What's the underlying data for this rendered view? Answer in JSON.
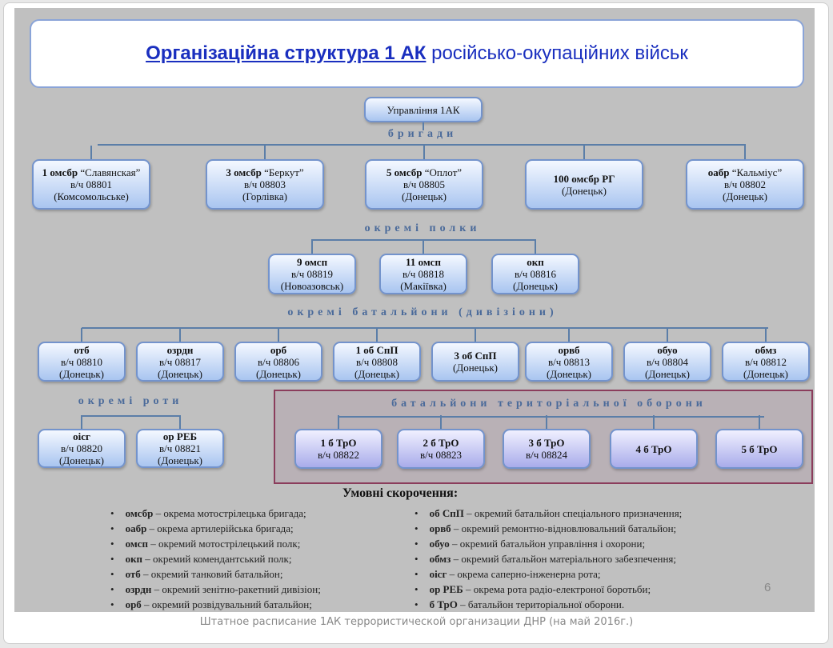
{
  "title": {
    "underlined": "Організаційна структура 1 АК",
    "rest": " російсько-окупаційних військ"
  },
  "hq": "Управління 1АК",
  "sections": {
    "brigades": "бригади",
    "regiments": "окремі полки",
    "battalions": "окремі батальйони (дивізіони)",
    "companies": "окремі роти",
    "tro": "батальйони територіальної оборони"
  },
  "brigades": [
    {
      "name": "1 омсбр",
      "nick": " “Славянская”",
      "unit": "в/ч 08801",
      "loc": "(Комсомольське)"
    },
    {
      "name": "3 омсбр",
      "nick": " “Беркут”",
      "unit": "в/ч 08803",
      "loc": "(Горлівка)"
    },
    {
      "name": "5 омсбр",
      "nick": " “Оплот”",
      "unit": "в/ч 08805",
      "loc": "(Донецьк)"
    },
    {
      "name": "100 омсбр РГ",
      "nick": "",
      "unit": "",
      "loc": "(Донецьк)"
    },
    {
      "name": "оабр",
      "nick": " “Кальміус”",
      "unit": "в/ч 08802",
      "loc": "(Донецьк)"
    }
  ],
  "regiments": [
    {
      "name": "9 омсп",
      "unit": "в/ч 08819",
      "loc": "(Новоазовськ)"
    },
    {
      "name": "11 омсп",
      "unit": "в/ч 08818",
      "loc": "(Макіївка)"
    },
    {
      "name": "окп",
      "unit": "в/ч 08816",
      "loc": "(Донецьк)"
    }
  ],
  "battalions": [
    {
      "name": "отб",
      "unit": "в/ч 08810",
      "loc": "(Донецьк)"
    },
    {
      "name": "озрдн",
      "unit": "в/ч 08817",
      "loc": "(Донецьк)"
    },
    {
      "name": "орб",
      "unit": "в/ч 08806",
      "loc": "(Донецьк)"
    },
    {
      "name": "1 об СпП",
      "unit": "в/ч 08808",
      "loc": "(Донецьк)"
    },
    {
      "name": "3 об СпП",
      "unit": "",
      "loc": "(Донецьк)"
    },
    {
      "name": "орвб",
      "unit": "в/ч 08813",
      "loc": "(Донецьк)"
    },
    {
      "name": "обуо",
      "unit": "в/ч 08804",
      "loc": "(Донецьк)"
    },
    {
      "name": "обмз",
      "unit": "в/ч 08812",
      "loc": "(Донецьк)"
    }
  ],
  "companies": [
    {
      "name": "оісг",
      "unit": "в/ч 08820",
      "loc": "(Донецьк)"
    },
    {
      "name": "ор РЕБ",
      "unit": "в/ч 08821",
      "loc": "(Донецьк)"
    }
  ],
  "tro": [
    {
      "name": "1 б ТрО",
      "unit": "в/ч 08822"
    },
    {
      "name": "2 б ТрО",
      "unit": "в/ч 08823"
    },
    {
      "name": "3 б ТрО",
      "unit": "в/ч 08824"
    },
    {
      "name": "4 б ТрО",
      "unit": ""
    },
    {
      "name": "5 б ТрО",
      "unit": ""
    }
  ],
  "legend": {
    "title": "Умовні скорочення:",
    "left": [
      {
        "abbr": "омсбр",
        "desc": " – окрема мотострілецька бригада;"
      },
      {
        "abbr": "оабр",
        "desc": " – окрема артилерійська бригада;"
      },
      {
        "abbr": "омсп",
        "desc": " –  окремий мотострілецький полк;"
      },
      {
        "abbr": "окп",
        "desc": " – окремий комендантський полк;"
      },
      {
        "abbr": "отб",
        "desc": " – окремий танковий батальйон;"
      },
      {
        "abbr": "озрдн",
        "desc": " – окремий зенітно-ракетний дивізіон;"
      },
      {
        "abbr": "орб",
        "desc": " – окремий розвідувальний батальйон;"
      }
    ],
    "right": [
      {
        "abbr": "об СпП",
        "desc": " – окремий батальйон спеціального призначення;"
      },
      {
        "abbr": "орвб",
        "desc": " – окремий ремонтно-відновлювальний батальйон;"
      },
      {
        "abbr": "обуо",
        "desc": " – окремий батальйон управління і охорони;"
      },
      {
        "abbr": "обмз",
        "desc": " – окремий батальйон матеріального забезпечення;"
      },
      {
        "abbr": "оісг",
        "desc": " – окрема саперно-інженерна рота;"
      },
      {
        "abbr": "ор РЕБ",
        "desc": " – окрема рота радіо-електроної боротьби;"
      },
      {
        "abbr": "б ТрО",
        "desc": " – батальйон територіальної оборони."
      }
    ]
  },
  "page_number": "6",
  "caption": "Штатное расписание 1АК террористической организации ДНР (на май 2016г.)"
}
